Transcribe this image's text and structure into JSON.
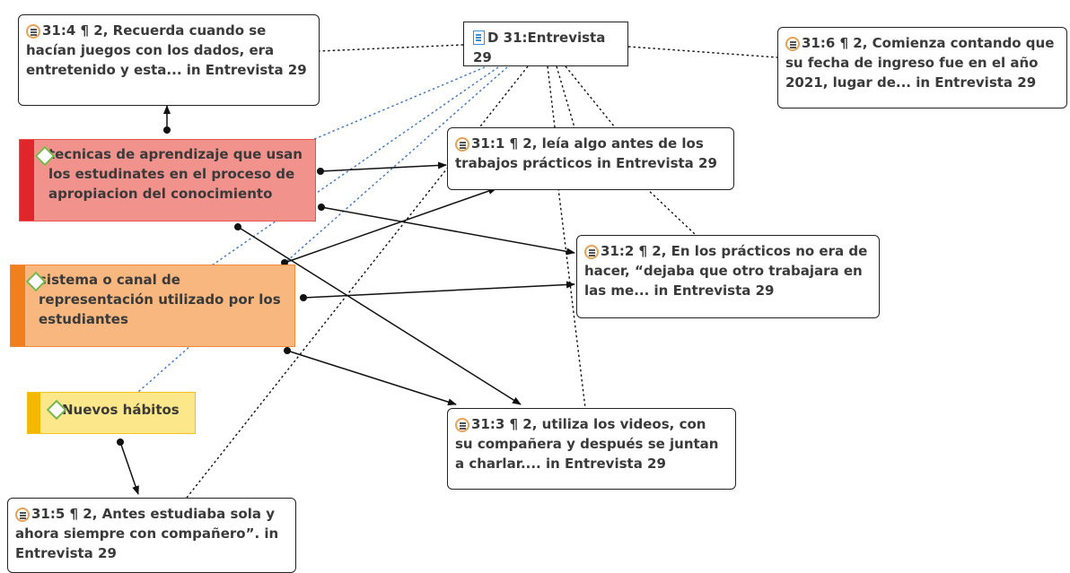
{
  "document": {
    "label": "D 31:Entrevista 29",
    "icon": "document-icon"
  },
  "quotations": [
    {
      "id": "q314",
      "text": "31:4 ¶ 2, Recuerda cuando se hacían juegos con los dados, era entretenido y esta... in Entrevista 29",
      "icon": "quote-icon"
    },
    {
      "id": "q316",
      "text": "31:6 ¶ 2, Comienza contando que su fecha de ingreso fue en el año 2021, lugar de... in Entrevista 29",
      "icon": "quote-icon"
    },
    {
      "id": "q311",
      "text": "31:1 ¶ 2, leía algo antes de los trabajos prácticos in Entrevista 29",
      "icon": "quote-icon"
    },
    {
      "id": "q312",
      "text": "31:2 ¶ 2, En los prácticos no era de hacer, “dejaba que otro trabajara en las me... in Entrevista 29",
      "icon": "quote-icon"
    },
    {
      "id": "q313",
      "text": "31:3 ¶ 2, utiliza  los videos,  con su compañera y después se juntan a charlar.... in Entrevista 29",
      "icon": "quote-icon"
    },
    {
      "id": "q315",
      "text": "31:5 ¶ 2, Antes estudiaba sola y ahora siempre con compañero”. in Entrevista 29",
      "icon": "quote-icon"
    }
  ],
  "codes": [
    {
      "id": "c_tec",
      "text": "tecnicas de aprendizaje que usan los estudinates en el proceso de apropiacion del conocimiento",
      "color": "#e0252c",
      "icon": "code-diamond-icon"
    },
    {
      "id": "c_sis",
      "text": "sistema o canal de representación utilizado por los estudiantes",
      "color": "#f07f1e",
      "icon": "code-diamond-icon"
    },
    {
      "id": "c_nue",
      "text": "Nuevos hábitos",
      "color": "#f5b800",
      "icon": "code-diamond-icon"
    }
  ],
  "colors": {
    "link_blue": "#3a74c4",
    "link_black": "#111111",
    "diamond_green": "#7ab648",
    "quote_orange": "#e8a257"
  }
}
